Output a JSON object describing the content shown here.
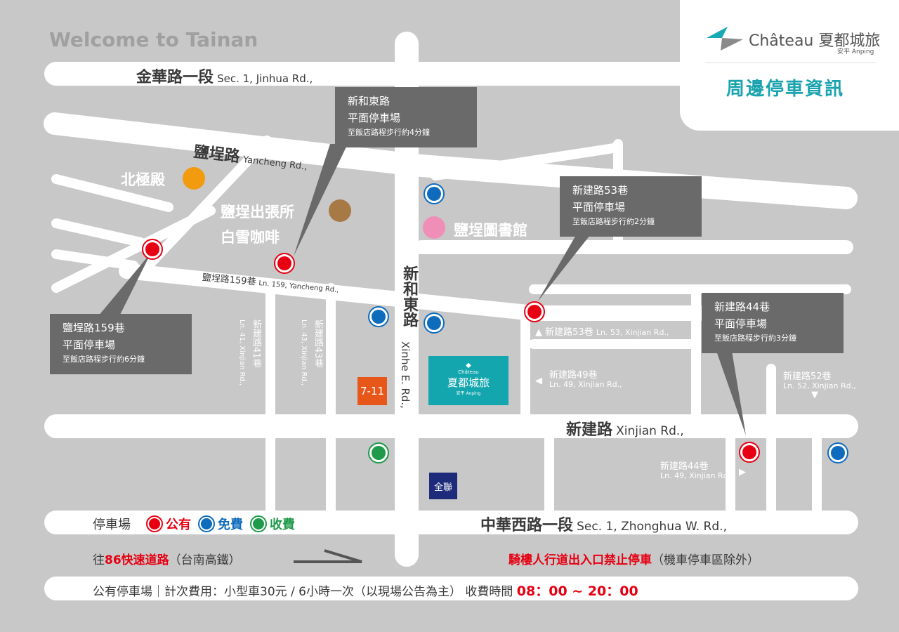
{
  "header": {
    "welcome": "Welcome to Tainan"
  },
  "brand": {
    "name": "Château 夏都城旅",
    "sub": "安平 Anping",
    "title": "周邊停車資訊",
    "accent": "#1aa3ae"
  },
  "roads": {
    "jinhua": {
      "zh": "金華路一段",
      "en": "Sec. 1, Jinhua Rd.,"
    },
    "yancheng": {
      "zh": "鹽埕路",
      "en": "Yancheng Rd.,"
    },
    "ln159": {
      "zh": "鹽埕路159巷",
      "en": "Ln. 159, Yancheng Rd.,"
    },
    "xinhe": {
      "zh": "新和東路",
      "en": "Xinhe E. Rd.,"
    },
    "xinjian": {
      "zh": "新建路",
      "en": "Xinjian Rd.,"
    },
    "zhonghua": {
      "zh": "中華西路一段",
      "en": "Sec. 1, Zhonghua W. Rd.,"
    },
    "ln41": {
      "zh": "新建路41巷",
      "en": "Ln. 41, Xinjian Rd.,"
    },
    "ln43": {
      "zh": "新建路43巷",
      "en": "Ln. 43, Xinjian Rd.,"
    },
    "ln53": {
      "zh": "新建路53巷",
      "en": "Ln. 53, Xinjian Rd.,"
    },
    "ln49": {
      "zh": "新建路49巷",
      "en": "Ln. 49, Xinjian Rd.,"
    },
    "ln52": {
      "zh": "新建路52巷",
      "en": "Ln. 52, Xinjian Rd.,"
    },
    "ln44": {
      "zh": "新建路44巷",
      "en": "Ln. 49, Xinjian Rd.,"
    }
  },
  "pois": {
    "beiji": "北極殿",
    "office": "鹽埕出張所",
    "cafe": "白雪咖啡",
    "library": "鹽埕圖書館",
    "seven": "7-11",
    "pxmart": "全聯",
    "hotel": {
      "small": "Château",
      "name": "夏都城旅",
      "sub": "安平 Anping"
    }
  },
  "callouts": [
    {
      "title": "新和東路",
      "type": "平面停車場",
      "walk": "至飯店路程步行約4分鐘"
    },
    {
      "title": "新建路53巷",
      "type": "平面停車場",
      "walk": "至飯店路程步行約2分鐘"
    },
    {
      "title": "鹽埕路159巷",
      "type": "平面停車場",
      "walk": "至飯店路程步行約6分鐘"
    },
    {
      "title": "新建路44巷",
      "type": "平面停車場",
      "walk": "至飯店路程步行約3分鐘"
    }
  ],
  "legend": {
    "label": "停車場",
    "public": "公有",
    "free": "免費",
    "paid": "收費",
    "colors": {
      "public": "#e60012",
      "free": "#0f6cbd",
      "paid": "#1f9a4a"
    }
  },
  "notes": {
    "to": "往",
    "freeway": "86快速道路",
    "hsr": "（台南高鐵）",
    "noparking": "騎樓人行道出入口禁止停車",
    "except": "（機車停車區除外）",
    "fee": "公有停車場｜計次費用：小型車30元 / 6小時一次（以現場公告為主） 收費時間",
    "hours": "08：00 ~ 20：00"
  }
}
